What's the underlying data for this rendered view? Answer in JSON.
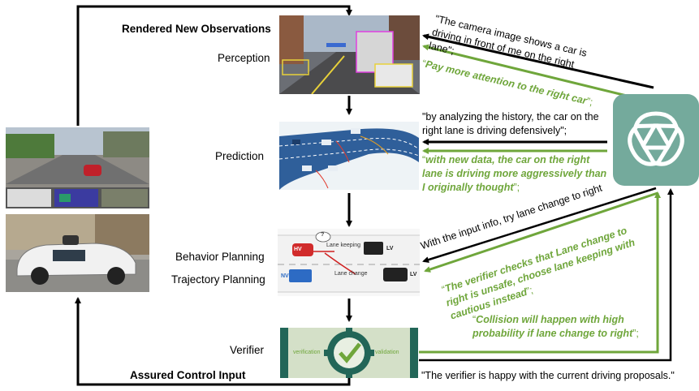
{
  "labels": {
    "rendered": "Rendered New Observations",
    "perception": "Perception",
    "prediction": "Prediction",
    "behavior": "Behavior Planning",
    "trajectory": "Trajectory Planning",
    "verifier": "Verifier",
    "assured": "Assured Control Input"
  },
  "quotes": {
    "q1": "\"The camera image shows a car is driving in front of me on the right lane\";",
    "q1_green": "Pay more attention to the right car",
    "q2": "\"by analyzing the history, the car on the right lane is driving defensively\";",
    "q2_green": "with new data, the car on the right lane is driving more aggressively than I originally thought",
    "q3": "With the input info, try lane change to right",
    "q4_green": "The verifier checks that Lane change to right is unsafe, choose lane keeping with cautious instead",
    "q5_green": "Collision will happen with high probability if lane change to right",
    "q6": "\"The verifier is happy with the current driving proposals.\""
  },
  "planning_image": {
    "hv": "HV",
    "lv": "LV",
    "nv": "NV",
    "lane_keeping": "Lane keeping",
    "lane_change": "Lane change",
    "thought": "?"
  },
  "verifier_image": {
    "left": "verification",
    "right": "validation"
  },
  "colors": {
    "green": "#6fa63b",
    "gpt_bg": "#74aa9c",
    "black": "#000000"
  },
  "icons": [
    "openai-logo-icon",
    "checkmark-gear-icon"
  ]
}
